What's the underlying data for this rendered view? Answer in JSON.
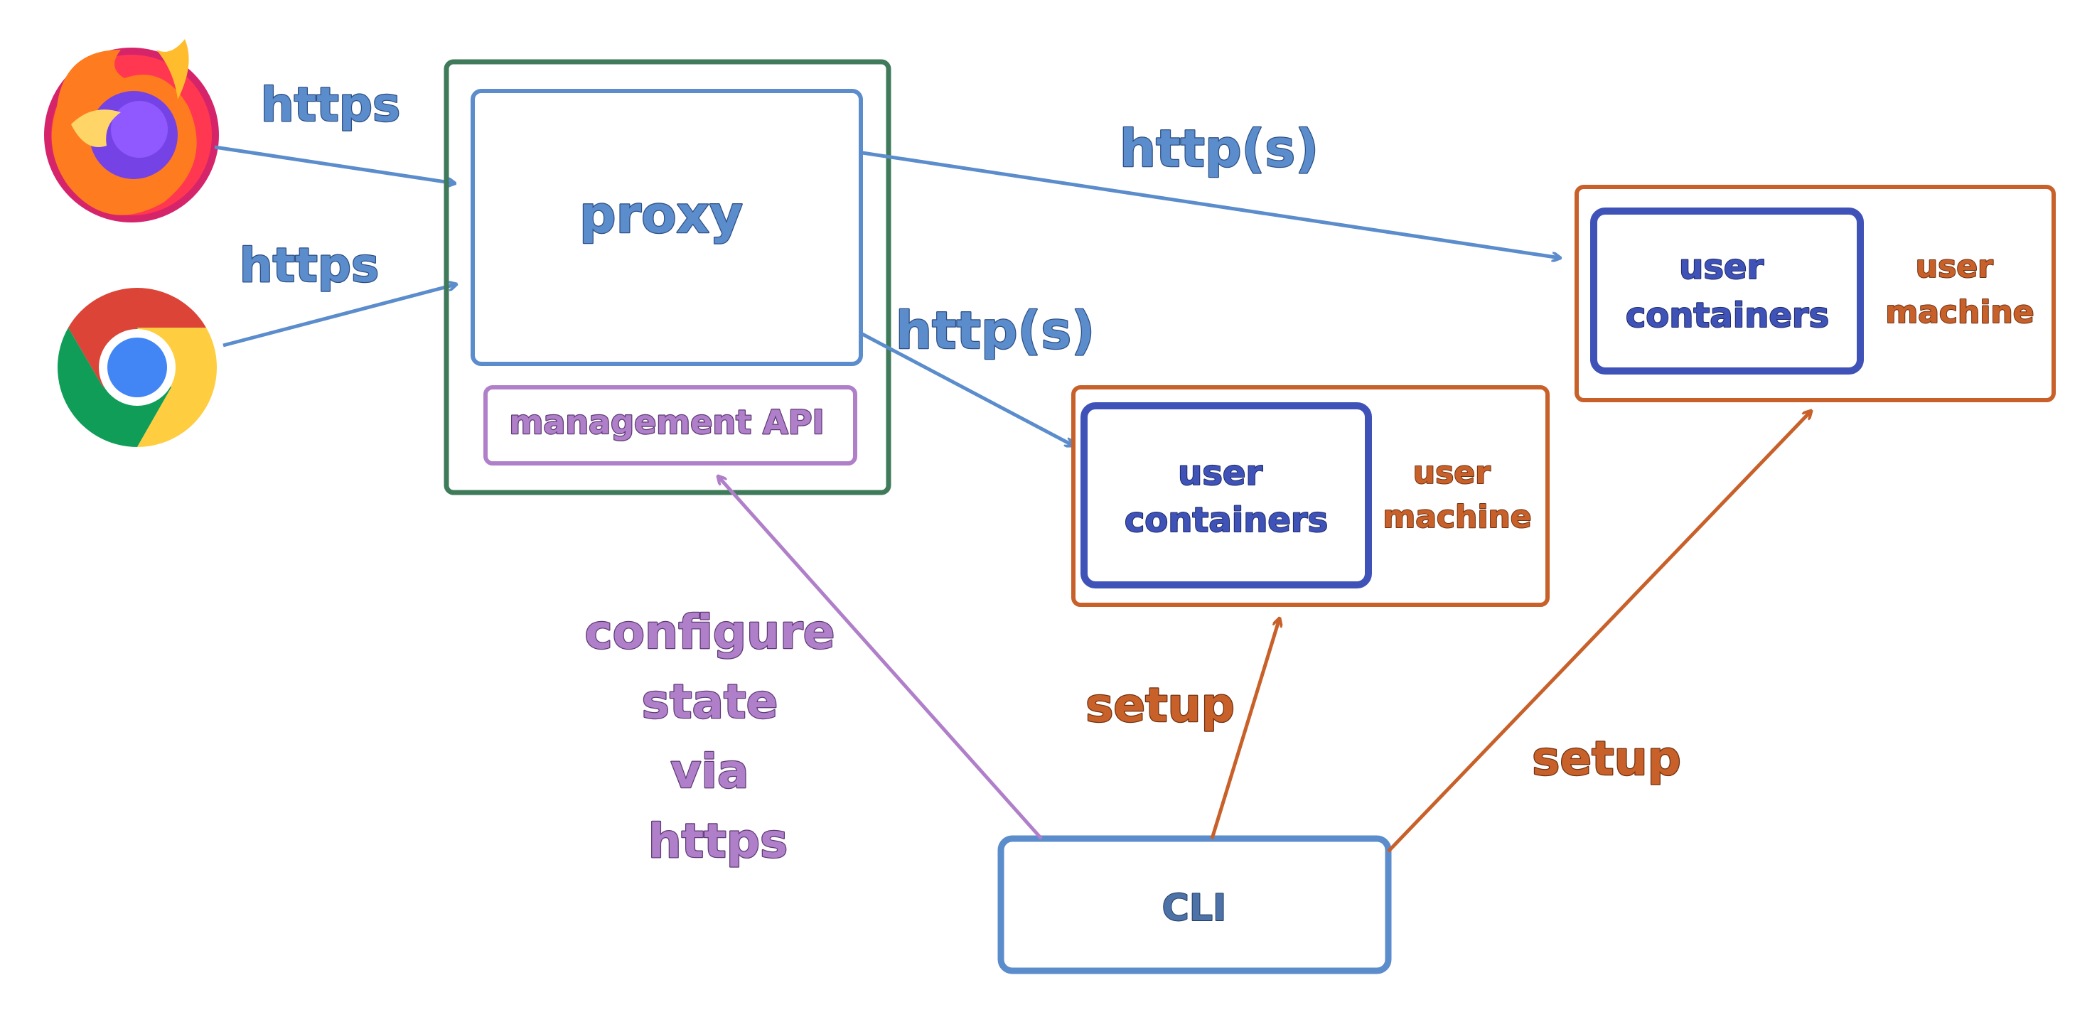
{
  "browsers": {
    "top": {
      "icon": "firefox-icon",
      "arrow_label": "https"
    },
    "bottom": {
      "icon": "chrome-icon",
      "arrow_label": "https"
    }
  },
  "proxy_host": {
    "proxy_label": "proxy",
    "api_label": "management API"
  },
  "connections": {
    "to_far_machine": "http(s)",
    "to_near_machine": "http(s)",
    "configure_lines": [
      "configure",
      "state",
      "via",
      "https"
    ],
    "setup_near": "setup",
    "setup_far": "setup"
  },
  "machine_near": {
    "containers_lines": [
      "user",
      "containers"
    ],
    "machine_lines": [
      "user",
      "machine"
    ]
  },
  "machine_far": {
    "containers_lines": [
      "user",
      "containers"
    ],
    "machine_lines": [
      "user",
      "machine"
    ]
  },
  "cli": {
    "label": "CLI"
  },
  "colors": {
    "https_blue": "#5b8ccb",
    "proxy_green": "#3f7a5a",
    "api_purple": "#b07fc9",
    "machine_orange": "#c8602a",
    "container_navy": "#3e52b8"
  }
}
